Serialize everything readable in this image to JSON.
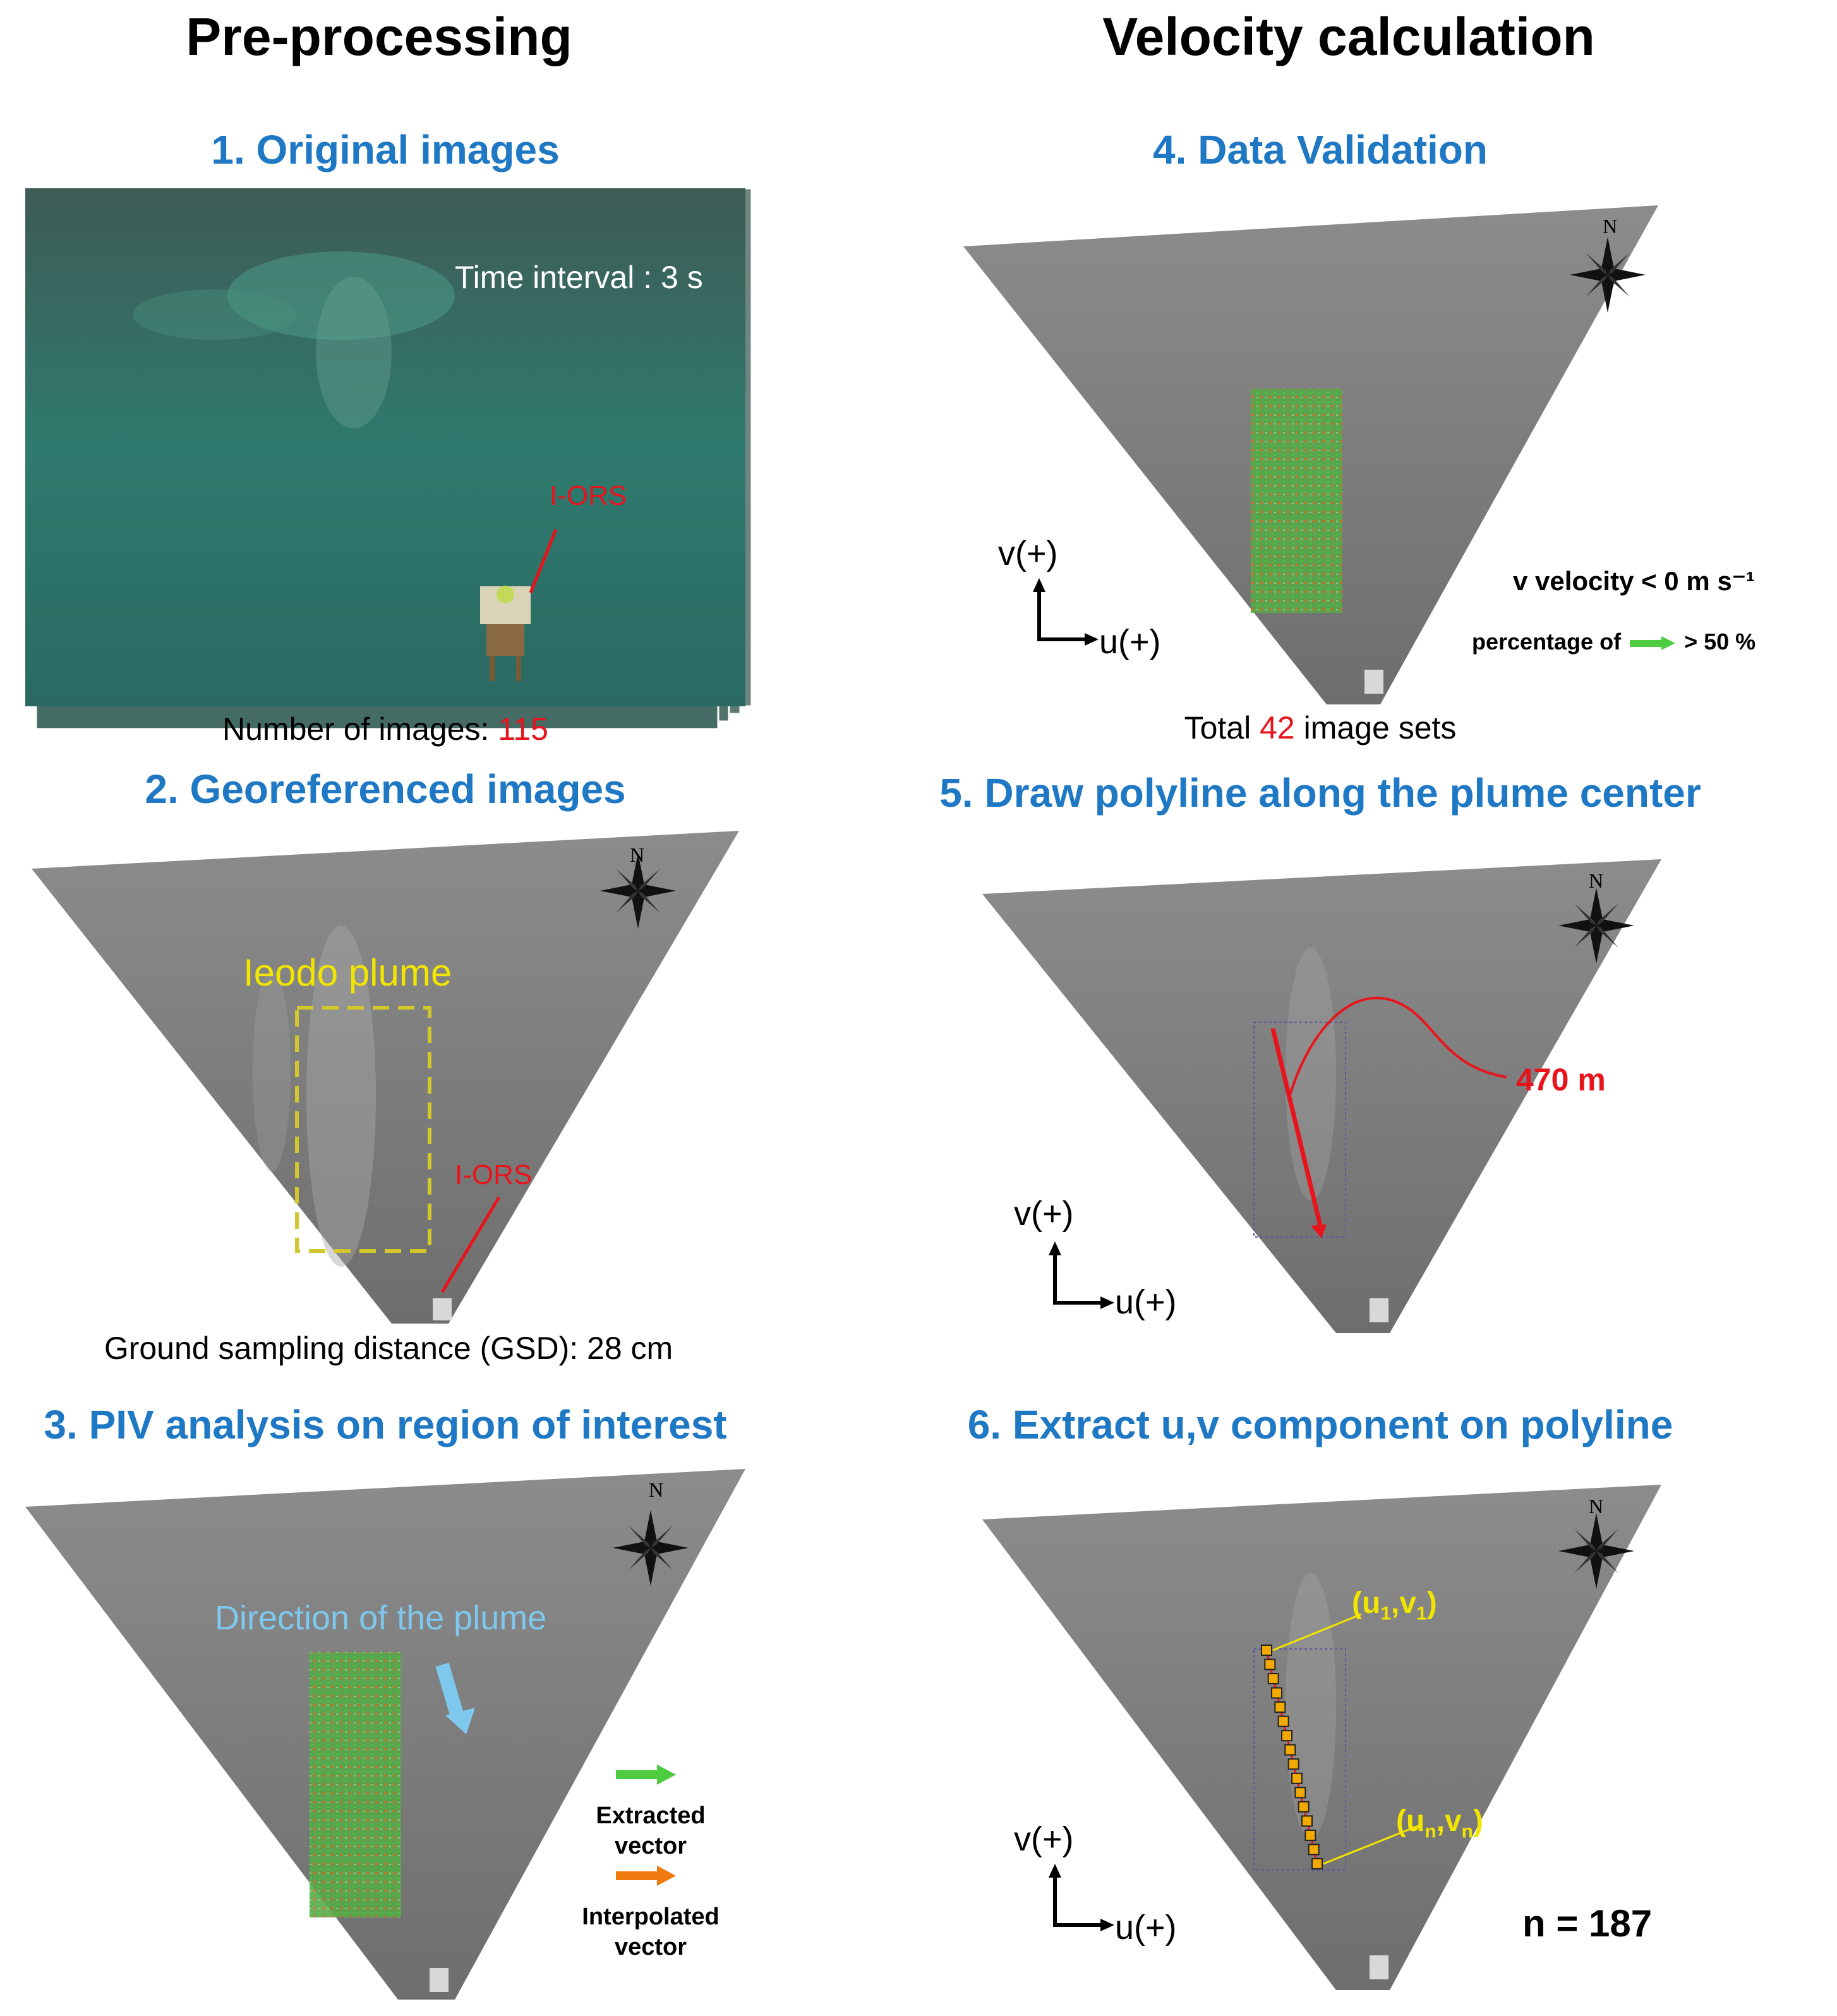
{
  "columns": {
    "left_title": "Pre-processing",
    "right_title": "Velocity calculation"
  },
  "step1": {
    "title": "1. Original images",
    "time_interval": "Time interval : 3 s",
    "station_label": "I-ORS",
    "caption_prefix": "Number of images: ",
    "caption_value": "115"
  },
  "step2": {
    "title": "2. Georeferenced images",
    "plume_label": "Ieodo plume",
    "station_label": "I-ORS",
    "caption": "Ground sampling distance (GSD): 28 cm",
    "north": "N"
  },
  "step3": {
    "title": "3. PIV analysis on region of interest",
    "direction_label": "Direction of the plume",
    "legend_extracted_1": "Extracted",
    "legend_extracted_2": "vector",
    "legend_interpolated_1": "Interpolated",
    "legend_interpolated_2": "vector",
    "north": "N"
  },
  "step4": {
    "title": "4. Data Validation",
    "v_axis": "v(+)",
    "u_axis": "u(+)",
    "rule1": "v velocity < 0 m s⁻¹",
    "rule2_prefix": "percentage of",
    "rule2_suffix": "> 50 %",
    "caption_prefix": "Total ",
    "caption_value": "42",
    "caption_suffix": " image sets",
    "north": "N"
  },
  "step5": {
    "title": "5. Draw polyline along the plume center",
    "length_label": "470 m",
    "v_axis": "v(+)",
    "u_axis": "u(+)",
    "north": "N"
  },
  "step6": {
    "title": "6. Extract u,v component on polyline",
    "first_point_u": "(u",
    "first_sub": "1",
    "first_mid": ",v",
    "first_end": ")",
    "last_point_u": "(u",
    "last_sub": "n",
    "last_mid": ",v",
    "last_end": ")",
    "n_label": "n = 187",
    "v_axis": "v(+)",
    "u_axis": "u(+)",
    "north": "N"
  },
  "colors": {
    "step_title": "#1f78c4",
    "highlight_red": "#e8141c",
    "plume_yellow": "#f2e600",
    "extracted_green": "#4ccc3e",
    "interpolated_orange": "#f07a10",
    "direction_blue": "#7ec8ee",
    "node_orange": "#f2a900"
  }
}
